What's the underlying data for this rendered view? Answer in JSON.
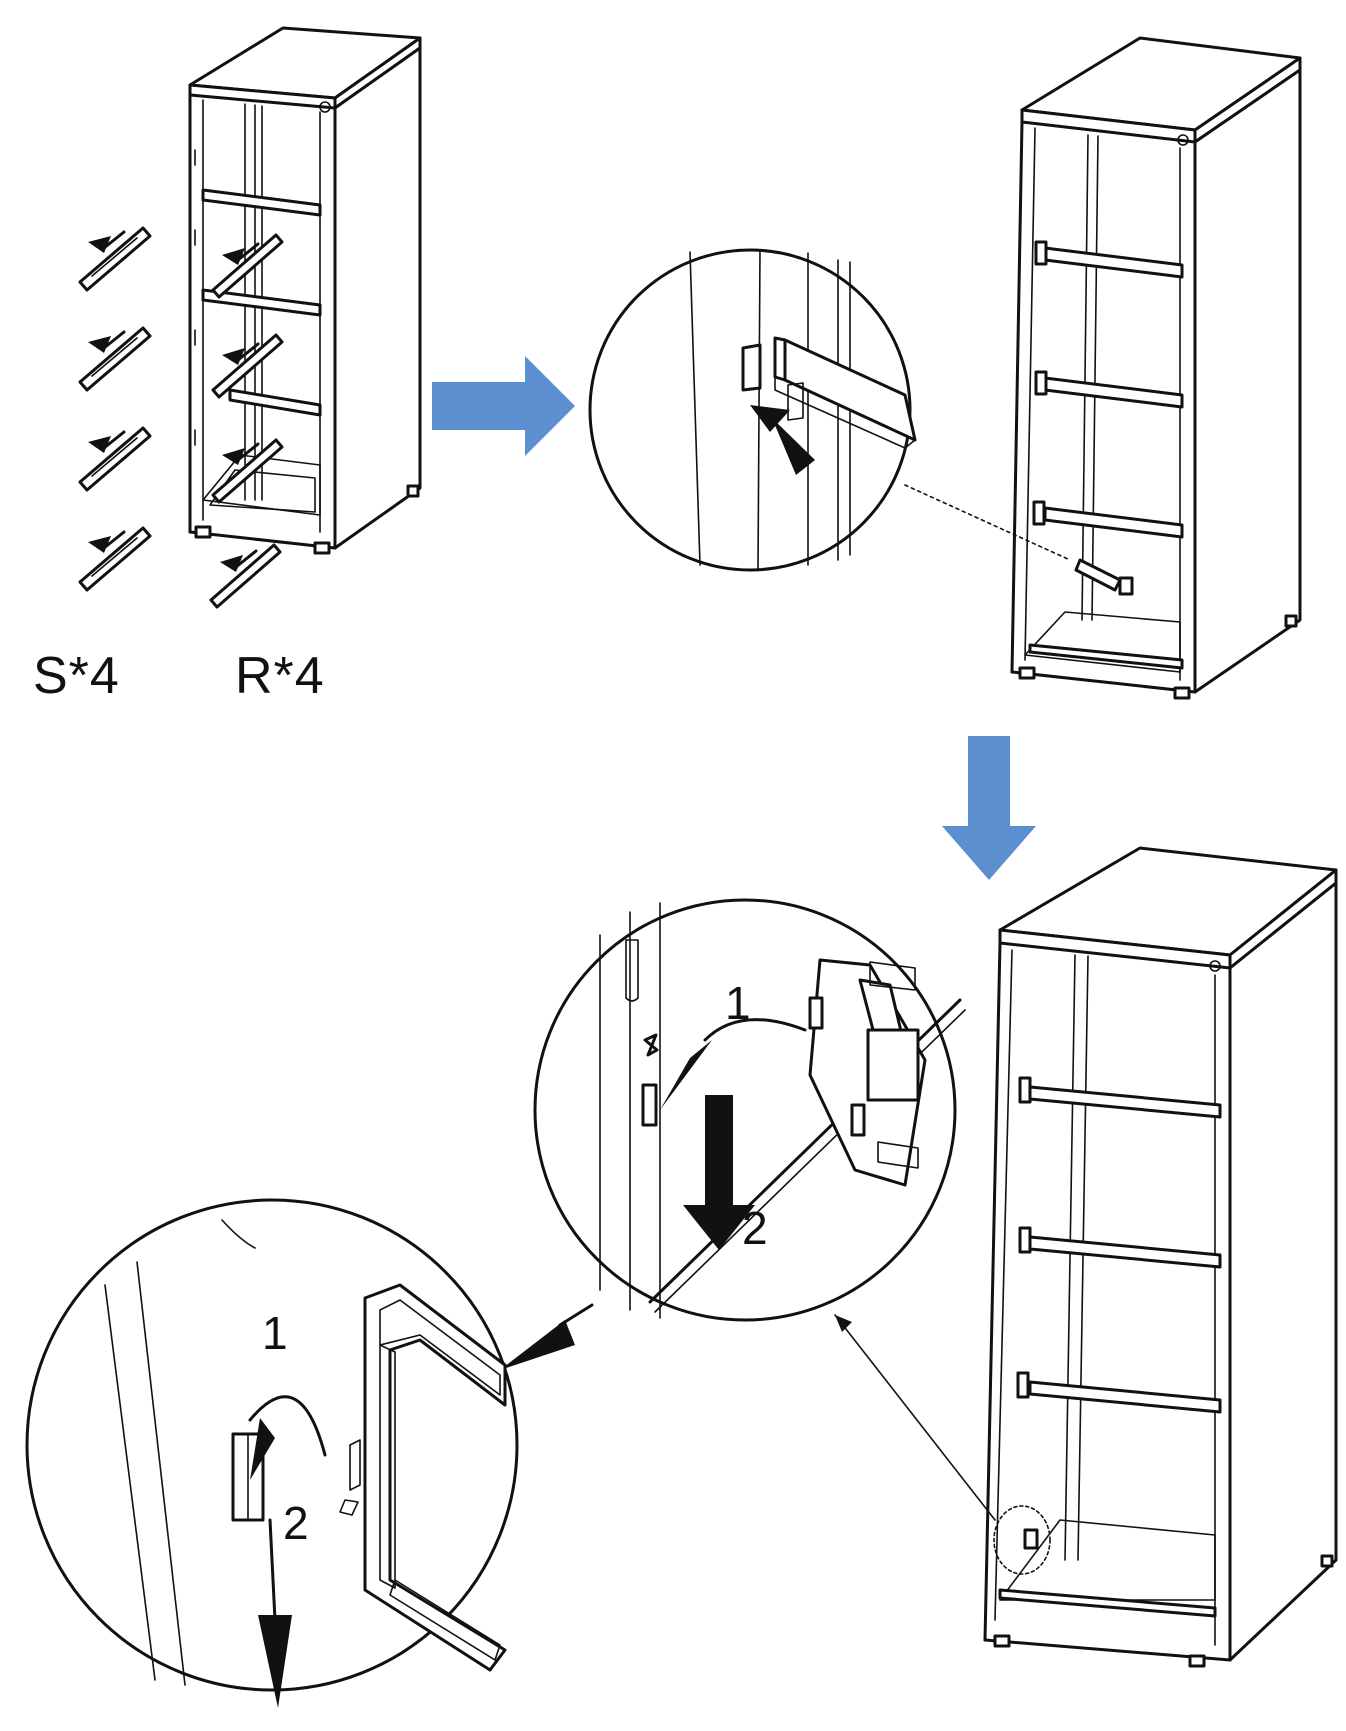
{
  "labels": {
    "s_parts": "S*4",
    "r_parts": "R*4",
    "step_one_a": "1",
    "step_two_a": "2",
    "step_one_b": "1",
    "step_two_b": "2"
  },
  "colors": {
    "flow_arrow": "#5b8fd0",
    "line": "#111111",
    "background": "#ffffff"
  },
  "icons": {
    "flow_right": "arrow-right-icon",
    "flow_down": "arrow-down-icon"
  }
}
